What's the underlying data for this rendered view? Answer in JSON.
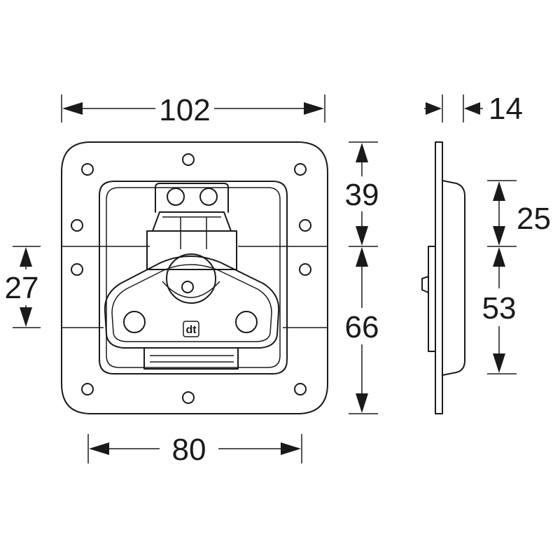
{
  "dimensions": {
    "overall_width": "102",
    "depth": "14",
    "top_section": "39",
    "bottom_section": "66",
    "left_offset": "27",
    "inner_width": "80",
    "side_upper": "25",
    "side_lower": "53"
  },
  "logo": {
    "text": "dt"
  }
}
